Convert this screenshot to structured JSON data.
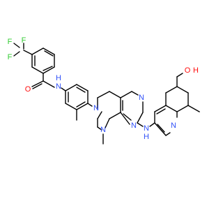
{
  "molecule": {
    "labels": {
      "trifluoro": "F",
      "carbonyl_o": "O",
      "amide_nh": "N",
      "amide_h": "H",
      "ring_n1": "N",
      "ring_n2": "N",
      "n_methyl_label": "",
      "pyrimidine_n_top": "N",
      "pyrimidine_n_bottom": "N",
      "bridge_nh": "N",
      "bridge_h": "H",
      "pyridine_n": "N",
      "hydroxyl_o": "O",
      "hydroxyl_h": "H"
    },
    "colors": {
      "bond": "#000000",
      "fluorine": "#33cc33",
      "oxygen": "#ff0d0d",
      "nitrogen": "#3050f8"
    }
  }
}
